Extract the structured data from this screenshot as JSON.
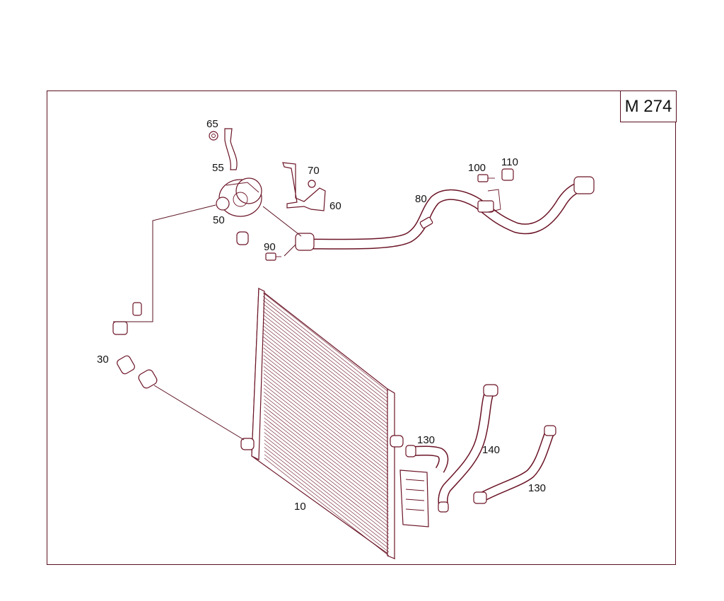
{
  "model": "M 274",
  "parts": [
    {
      "id": "10"
    },
    {
      "id": "30"
    },
    {
      "id": "50"
    },
    {
      "id": "55"
    },
    {
      "id": "60"
    },
    {
      "id": "65"
    },
    {
      "id": "70"
    },
    {
      "id": "80"
    },
    {
      "id": "90"
    },
    {
      "id": "100"
    },
    {
      "id": "110"
    },
    {
      "id": "130"
    },
    {
      "id": "130"
    },
    {
      "id": "140"
    }
  ],
  "colors": {
    "line": "#6b1426",
    "frame": "#5a1020",
    "text": "#111111"
  }
}
